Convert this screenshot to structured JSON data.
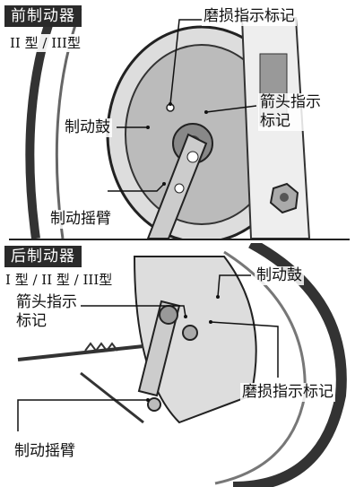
{
  "front": {
    "tag": "前制动器",
    "types": "II 型 / III型",
    "labels": {
      "wear_indicator": "磨损指示标记",
      "arrow_indicator": "箭头指示标记",
      "drum": "制动鼓",
      "arm": "制动摇臂"
    }
  },
  "rear": {
    "tag": "后制动器",
    "types": "I 型 / II 型 / III型",
    "labels": {
      "drum": "制动鼓",
      "arrow_indicator": "箭头指示标记",
      "wear_indicator": "磨损指示标记",
      "arm": "制动摇臂"
    }
  },
  "colors": {
    "tag_bg": "#2a2a2a",
    "line": "#111111"
  }
}
